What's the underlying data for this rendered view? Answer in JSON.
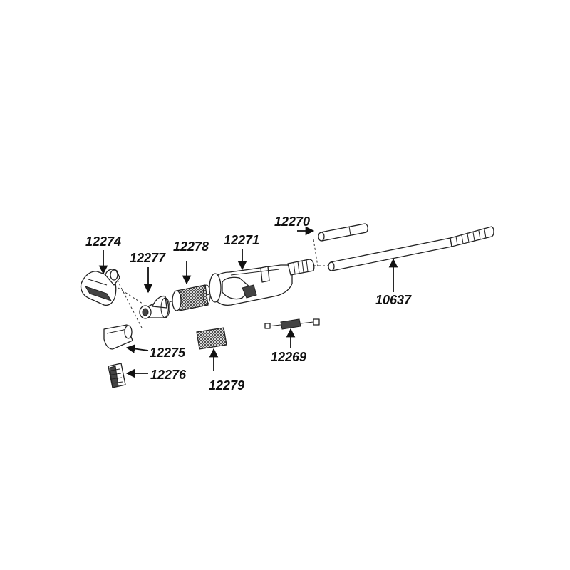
{
  "parts": [
    {
      "id": "p12274",
      "label": "12274"
    },
    {
      "id": "p12277",
      "label": "12277"
    },
    {
      "id": "p12278",
      "label": "12278"
    },
    {
      "id": "p12271",
      "label": "12271"
    },
    {
      "id": "p12270",
      "label": "12270"
    },
    {
      "id": "p10637",
      "label": "10637"
    },
    {
      "id": "p12275",
      "label": "12275"
    },
    {
      "id": "p12276",
      "label": "12276"
    },
    {
      "id": "p12279",
      "label": "12279"
    },
    {
      "id": "p12269",
      "label": "12269"
    }
  ]
}
